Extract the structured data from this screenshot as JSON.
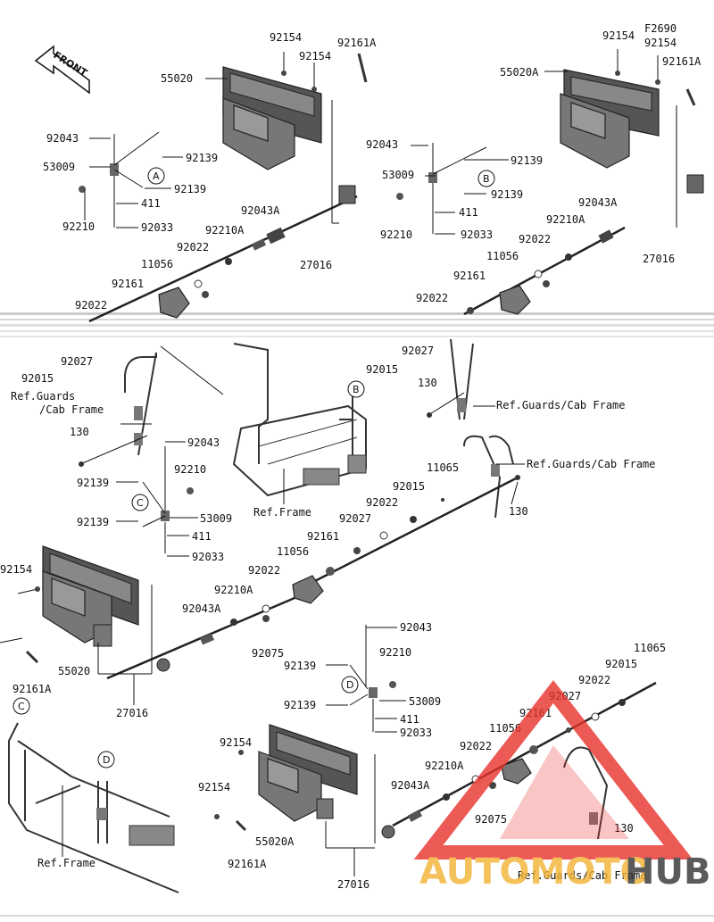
{
  "diagram": {
    "code": "F2690",
    "front_label": "FRONT",
    "callouts": [
      "A",
      "B",
      "C",
      "D"
    ],
    "ref_labels": {
      "guards_cab_frame": "Ref.Guards/Cab Frame",
      "guards": "Ref.Guards",
      "cab_frame": "/Cab Frame",
      "frame": "Ref.Frame"
    },
    "part_numbers": {
      "p92154": "92154",
      "p92161A": "92161A",
      "p55020": "55020",
      "p55020A": "55020A",
      "p92043": "92043",
      "p92139": "92139",
      "p53009": "53009",
      "p411": "411",
      "p92210": "92210",
      "p92033": "92033",
      "p92043A": "92043A",
      "p92210A": "92210A",
      "p92022": "92022",
      "p27016": "27016",
      "p11056": "11056",
      "p92161": "92161",
      "p92015": "92015",
      "p92027": "92027",
      "p130": "130",
      "p11065": "11065",
      "p92075": "92075"
    }
  },
  "watermark": {
    "text_part1": "AUTOMOTO",
    "text_part2": "HUB",
    "color_primary": "#e8322d",
    "color_secondary": "#f2b233",
    "color_dark": "#333333"
  }
}
